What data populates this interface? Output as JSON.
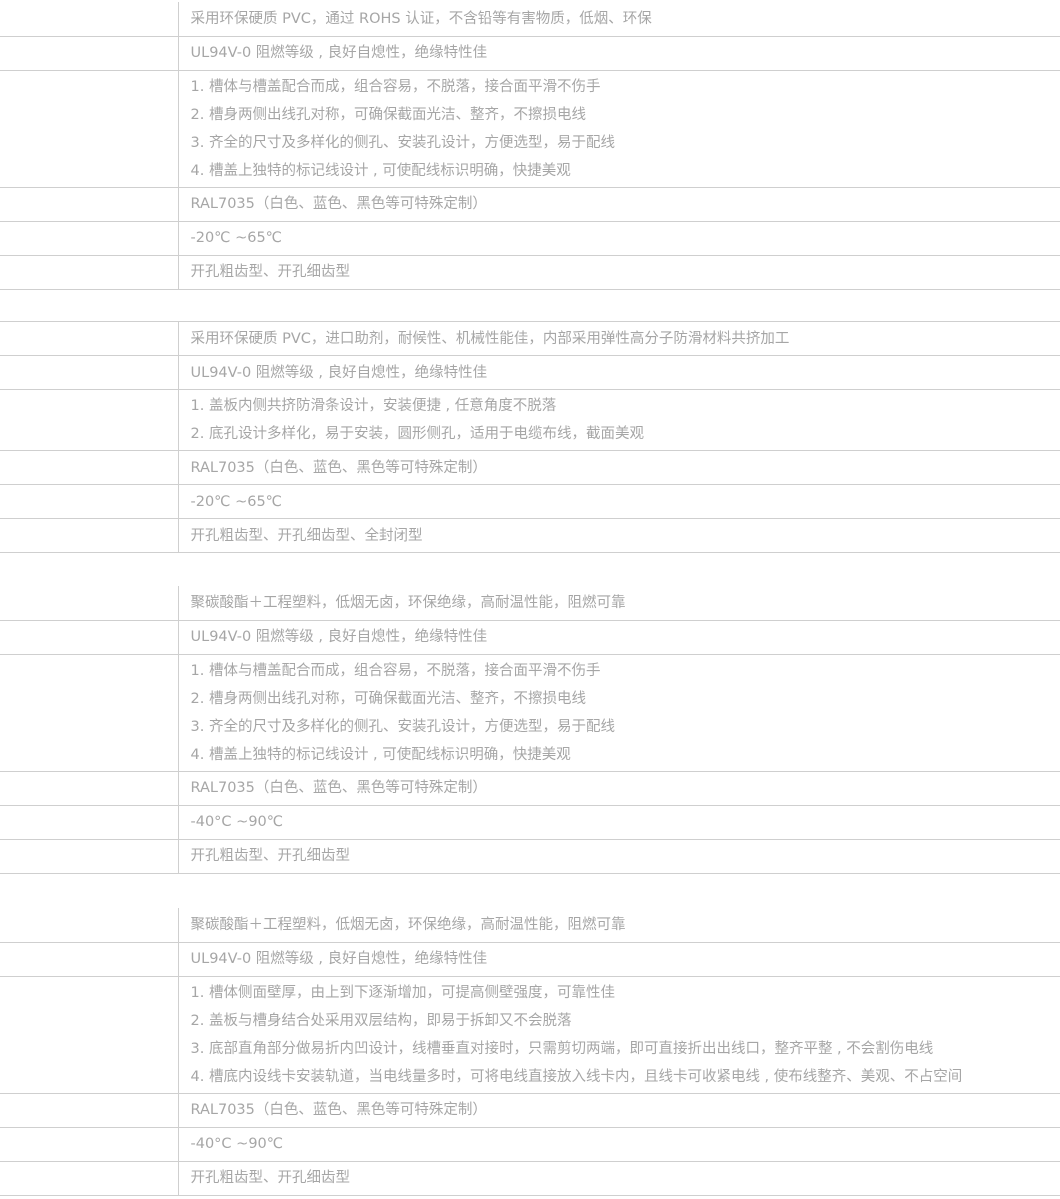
{
  "tables": [
    {
      "material": "采用环保硬质 PVC，通过 ROHS 认证，不含铅等有害物质，低烟、环保",
      "flame": "UL94V-0 阻燃等级 , 良好自熄性，绝缘特性佳",
      "features": [
        "1. 槽体与槽盖配合而成，组合容易，不脱落，接合面平滑不伤手",
        "2. 槽身两侧出线孔对称，可确保截面光洁、整齐，不擦损电线",
        "3. 齐全的尺寸及多样化的侧孔、安装孔设计，方便选型，易于配线",
        "4. 槽盖上独特的标记线设计 , 可使配线标识明确，快捷美观"
      ],
      "color": "RAL7035（白色、蓝色、黑色等可特殊定制）",
      "temp": "-20℃ ~65℃",
      "types": "开孔粗齿型、开孔细齿型"
    },
    {
      "material": "采用环保硬质 PVC，进口助剂，耐候性、机械性能佳，内部采用弹性高分子防滑材料共挤加工",
      "flame": "UL94V-0 阻燃等级 , 良好自熄性，绝缘特性佳",
      "features": [
        "1. 盖板内侧共挤防滑条设计，安装便捷 , 任意角度不脱落",
        "2. 底孔设计多样化，易于安装，圆形侧孔，适用于电缆布线，截面美观"
      ],
      "color": "RAL7035（白色、蓝色、黑色等可特殊定制）",
      "temp": "-20℃ ~65℃",
      "types": "开孔粗齿型、开孔细齿型、全封闭型"
    },
    {
      "material": "聚碳酸酯＋工程塑料，低烟无卤，环保绝缘，高耐温性能，阻燃可靠",
      "flame": "UL94V-0 阻燃等级 , 良好自熄性，绝缘特性佳",
      "features": [
        "1. 槽体与槽盖配合而成，组合容易，不脱落，接合面平滑不伤手",
        "2. 槽身两侧出线孔对称，可确保截面光洁、整齐，不擦损电线",
        "3. 齐全的尺寸及多样化的侧孔、安装孔设计，方便选型，易于配线",
        "4. 槽盖上独特的标记线设计 , 可使配线标识明确，快捷美观"
      ],
      "color": "RAL7035（白色、蓝色、黑色等可特殊定制）",
      "temp": "-40°C ~90℃",
      "types": "开孔粗齿型、开孔细齿型"
    },
    {
      "material": "聚碳酸酯＋工程塑料，低烟无卤，环保绝缘，高耐温性能，阻燃可靠",
      "flame": "UL94V-0 阻燃等级 , 良好自熄性，绝缘特性佳",
      "features": [
        "1. 槽体侧面壁厚，由上到下逐渐增加，可提高侧壁强度，可靠性佳",
        "2. 盖板与槽身结合处采用双层结构，即易于拆卸又不会脱落",
        "3. 底部直角部分做易折内凹设计，线槽垂直对接时，只需剪切两端，即可直接折出出线口，整齐平整 , 不会割伤电线",
        "4. 槽底内设线卡安装轨道，当电线量多时，可将电线直接放入线卡内，且线卡可收紧电线 , 使布线整齐、美观、不占空间"
      ],
      "color": "RAL7035（白色、蓝色、黑色等可特殊定制）",
      "temp": "-40°C ~90℃",
      "types": "开孔粗齿型、开孔细齿型"
    }
  ]
}
